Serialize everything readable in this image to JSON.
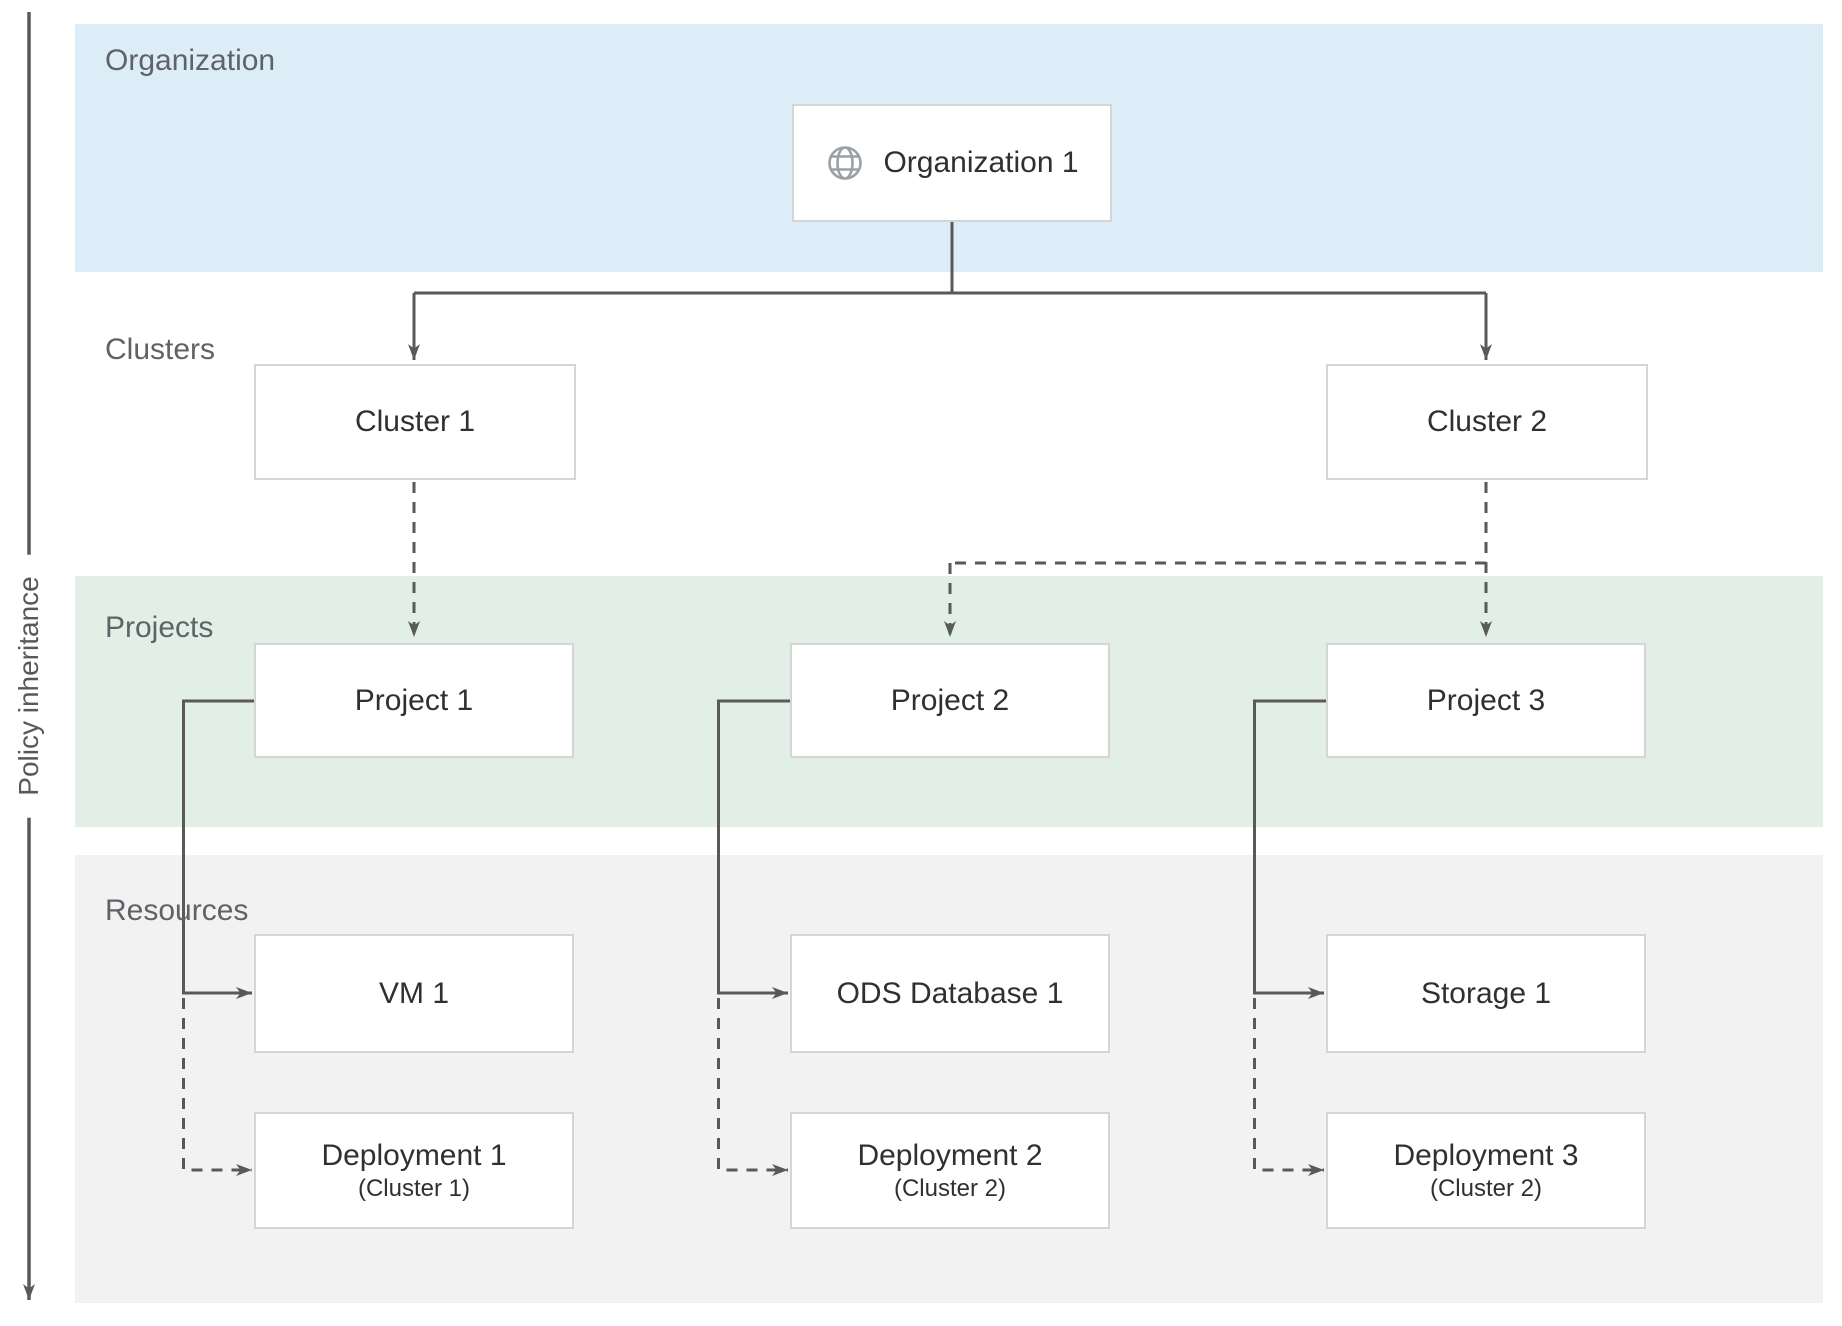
{
  "axis": {
    "label": "Policy inheritance"
  },
  "bands": {
    "organization": {
      "label": "Organization",
      "color": "#dcedf8"
    },
    "clusters": {
      "label": "Clusters",
      "color": "#ffffff"
    },
    "projects": {
      "label": "Projects",
      "color": "#e2efe7"
    },
    "resources": {
      "label": "Resources",
      "color": "#f2f2f2"
    }
  },
  "nodes": {
    "organization1": {
      "label": "Organization 1",
      "icon": "globe-icon"
    },
    "cluster1": {
      "label": "Cluster 1"
    },
    "cluster2": {
      "label": "Cluster 2"
    },
    "project1": {
      "label": "Project 1"
    },
    "project2": {
      "label": "Project 2"
    },
    "project3": {
      "label": "Project 3"
    },
    "vm1": {
      "label": "VM 1"
    },
    "ods_database1": {
      "label": "ODS Database 1"
    },
    "storage1": {
      "label": "Storage 1"
    },
    "deployment1": {
      "label": "Deployment 1",
      "sublabel": "(Cluster 1)"
    },
    "deployment2": {
      "label": "Deployment 2",
      "sublabel": "(Cluster 2)"
    },
    "deployment3": {
      "label": "Deployment 3",
      "sublabel": "(Cluster 2)"
    }
  },
  "edges": [
    {
      "from": "organization1",
      "to": "cluster1",
      "style": "solid"
    },
    {
      "from": "organization1",
      "to": "cluster2",
      "style": "solid"
    },
    {
      "from": "cluster1",
      "to": "project1",
      "style": "dashed"
    },
    {
      "from": "cluster2",
      "to": "project2",
      "style": "dashed"
    },
    {
      "from": "cluster2",
      "to": "project3",
      "style": "dashed"
    },
    {
      "from": "project1",
      "to": "vm1",
      "style": "solid"
    },
    {
      "from": "project1",
      "to": "deployment1",
      "style": "dashed"
    },
    {
      "from": "project2",
      "to": "ods_database1",
      "style": "solid"
    },
    {
      "from": "project2",
      "to": "deployment2",
      "style": "dashed"
    },
    {
      "from": "project3",
      "to": "storage1",
      "style": "solid"
    },
    {
      "from": "project3",
      "to": "deployment3",
      "style": "dashed"
    }
  ],
  "colors": {
    "connector": "#595959",
    "node_border": "#d5d5d5",
    "node_text": "#2f3033",
    "band_label_text": "#5f6368",
    "globe_icon": "#9aa0a6"
  }
}
